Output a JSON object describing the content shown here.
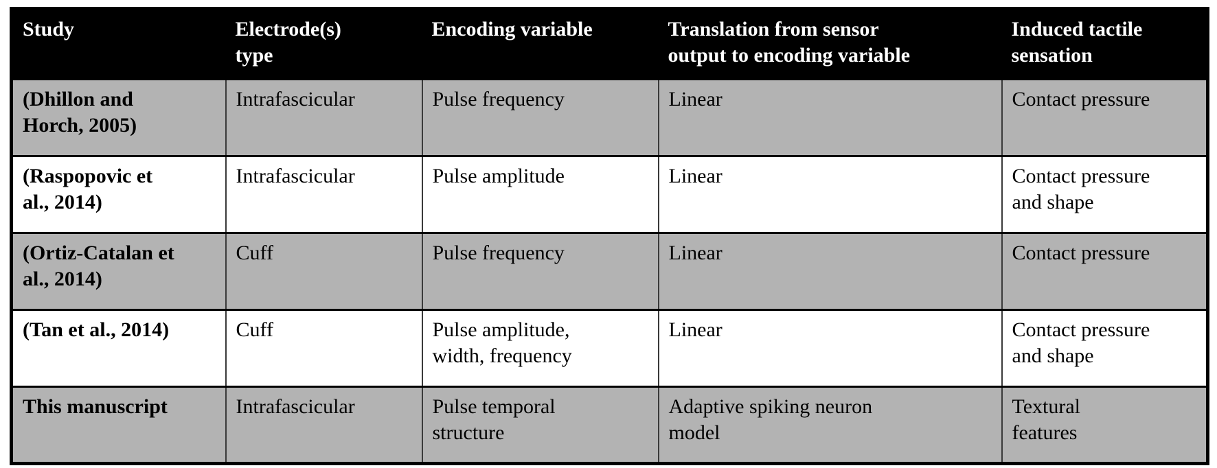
{
  "table": {
    "columns": [
      {
        "label": "Study"
      },
      {
        "label": "Electrode(s)\ntype"
      },
      {
        "label": "Encoding variable"
      },
      {
        "label": "Translation from sensor\noutput to encoding variable"
      },
      {
        "label": "Induced tactile\nsensation"
      }
    ],
    "rows": [
      {
        "study": "(Dhillon and\nHorch, 2005)",
        "electrode_type": "Intrafascicular",
        "encoding_variable": "Pulse frequency",
        "translation": "Linear",
        "sensation": "Contact pressure"
      },
      {
        "study": "(Raspopovic et\nal., 2014)",
        "electrode_type": "Intrafascicular",
        "encoding_variable": "Pulse amplitude",
        "translation": "Linear",
        "sensation": "Contact pressure\nand shape"
      },
      {
        "study": "(Ortiz-Catalan et\nal., 2014)",
        "electrode_type": "Cuff",
        "encoding_variable": "Pulse frequency",
        "translation": "Linear",
        "sensation": "Contact pressure"
      },
      {
        "study": "(Tan et al., 2014)",
        "electrode_type": "Cuff",
        "encoding_variable": "Pulse amplitude,\nwidth, frequency",
        "translation": "Linear",
        "sensation": "Contact pressure\nand shape"
      },
      {
        "study": "This manuscript",
        "electrode_type": "Intrafascicular",
        "encoding_variable": "Pulse temporal\nstructure",
        "translation": "Adaptive spiking neuron\nmodel",
        "sensation": "Textural\nfeatures"
      }
    ],
    "colors": {
      "header_bg": "#000000",
      "header_text": "#ffffff",
      "row_shaded_bg": "#b3b3b3",
      "row_plain_bg": "#ffffff",
      "border": "#000000"
    }
  }
}
